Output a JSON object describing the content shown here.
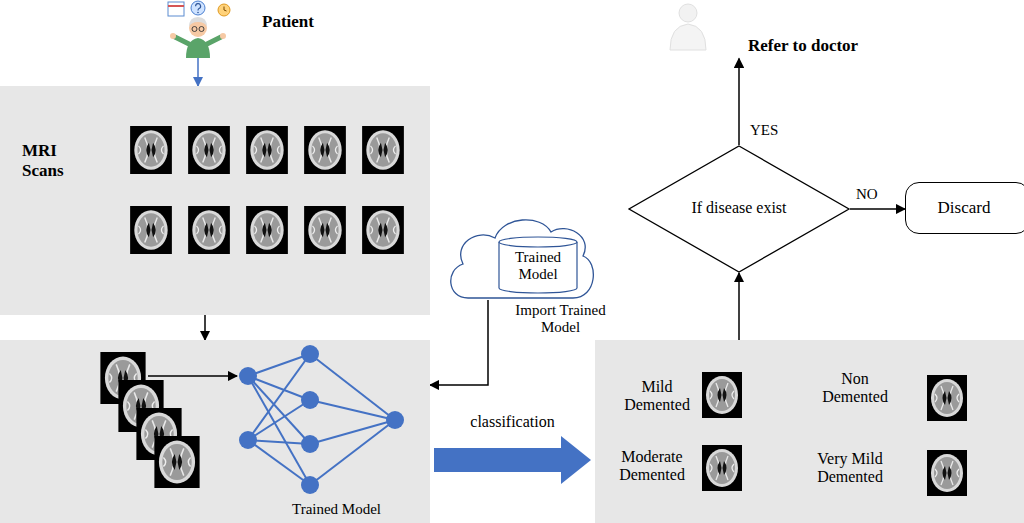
{
  "diagram": {
    "nodes": [
      {
        "text": [
          "Patient"
        ]
      },
      {
        "text": [
          "MRI Scans"
        ]
      },
      {
        "text": [
          "Trained Model"
        ]
      },
      {
        "text": [
          "Trained Model"
        ]
      },
      {
        "text": [
          "Mild Demented",
          "Non Demented",
          "Moderate Demented",
          "Very Mild Demented"
        ]
      },
      {
        "text": [
          "If disease exist"
        ]
      },
      {
        "text": [
          "Refer to doctor"
        ]
      },
      {
        "text": [
          "Discard"
        ]
      }
    ],
    "edges": [
      {
        "from": 0,
        "to": 1,
        "arrow": "to"
      },
      {
        "from": 1,
        "to": 2,
        "arrow": "to"
      },
      {
        "from": 3,
        "to": 2,
        "arrow": "to",
        "label": "Import Trained Model"
      },
      {
        "from": 2,
        "to": 4,
        "arrow": "to",
        "label": "classification"
      },
      {
        "from": 4,
        "to": 5,
        "arrow": "to"
      },
      {
        "from": 5,
        "to": 6,
        "arrow": "to",
        "label": "YES"
      },
      {
        "from": 5,
        "to": 7,
        "arrow": "to",
        "label": "NO"
      }
    ]
  }
}
